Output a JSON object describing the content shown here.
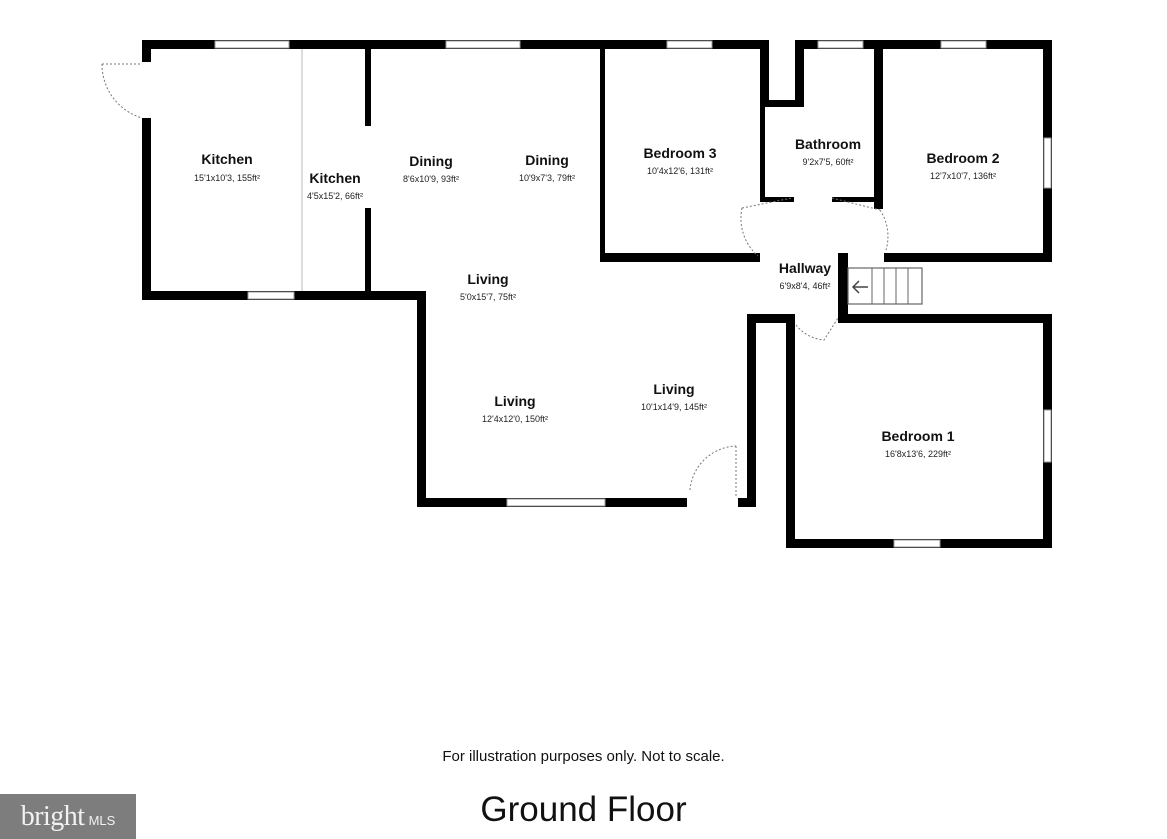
{
  "rooms": [
    {
      "id": "kitchen-1",
      "name": "Kitchen",
      "dims": "15'1x10'3, 155ft²"
    },
    {
      "id": "kitchen-2",
      "name": "Kitchen",
      "dims": "4'5x15'2, 66ft²"
    },
    {
      "id": "dining-1",
      "name": "Dining",
      "dims": "8'6x10'9, 93ft²"
    },
    {
      "id": "dining-2",
      "name": "Dining",
      "dims": "10'9x7'3, 79ft²"
    },
    {
      "id": "bedroom-3",
      "name": "Bedroom 3",
      "dims": "10'4x12'6, 131ft²"
    },
    {
      "id": "bathroom",
      "name": "Bathroom",
      "dims": "9'2x7'5, 60ft²"
    },
    {
      "id": "bedroom-2",
      "name": "Bedroom 2",
      "dims": "12'7x10'7, 136ft²"
    },
    {
      "id": "living-1",
      "name": "Living",
      "dims": "5'0x15'7, 75ft²"
    },
    {
      "id": "hallway",
      "name": "Hallway",
      "dims": "6'9x8'4, 46ft²"
    },
    {
      "id": "living-2",
      "name": "Living",
      "dims": "12'4x12'0, 150ft²"
    },
    {
      "id": "living-3",
      "name": "Living",
      "dims": "10'1x14'9, 145ft²"
    },
    {
      "id": "bedroom-1",
      "name": "Bedroom 1",
      "dims": "16'8x13'6, 229ft²"
    }
  ],
  "footer": {
    "note": "For illustration purposes only. Not to scale.",
    "floor_title": "Ground Floor"
  },
  "logo": {
    "word": "bright",
    "suffix": "MLS"
  },
  "icons": {
    "stairs": "stairs-icon",
    "stairs_arrow": "arrow-left-icon"
  },
  "colors": {
    "wall": "#000000",
    "background": "#ffffff",
    "logo_bg": "#7d7d7d"
  }
}
